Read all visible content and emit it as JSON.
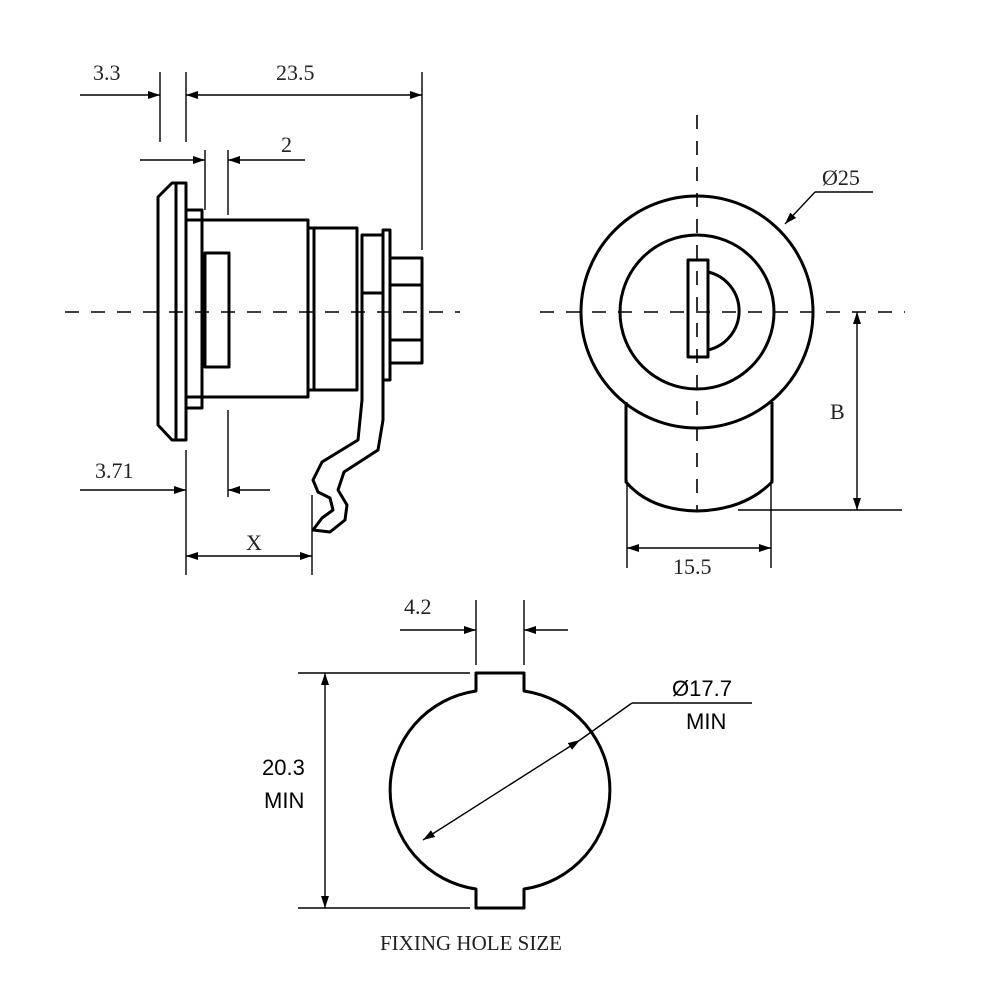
{
  "side_view": {
    "dim_flange": "3.3",
    "dim_length": "23.5",
    "dim_gap": "2",
    "dim_bezel": "3.71",
    "dim_x": "X"
  },
  "front_view": {
    "dim_diameter": "Ø25",
    "dim_b": "B",
    "dim_cam_width": "15.5"
  },
  "fixing_hole": {
    "dim_tab_width": "4.2",
    "dim_height": "20.3",
    "dim_height_note": "MIN",
    "dim_diameter": "Ø17.7",
    "dim_diameter_note": "MIN",
    "caption": "FIXING HOLE SIZE"
  }
}
